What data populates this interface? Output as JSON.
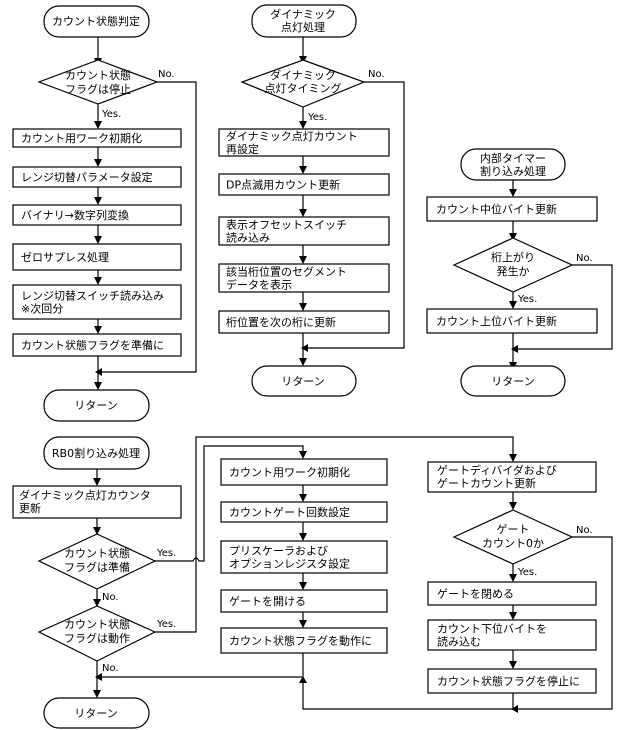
{
  "flow_count": {
    "start": "カウント状態判定",
    "decision": [
      "カウント状態",
      "フラグは停止"
    ],
    "yes": "Yes.",
    "no": "No.",
    "steps": [
      [
        "カウント用ワーク初期化"
      ],
      [
        "レンジ切替パラメータ設定"
      ],
      [
        "バイナリ→数字列変換"
      ],
      [
        "ゼロサプレス処理"
      ],
      [
        "レンジ切替スイッチ読み込み",
        "※次回分"
      ],
      [
        "カウント状態フラグを準備に"
      ]
    ],
    "end": "リターン"
  },
  "flow_dynamic": {
    "start": [
      "ダイナミック",
      "点灯処理"
    ],
    "decision": [
      "ダイナミック",
      "点灯タイミング"
    ],
    "yes": "Yes.",
    "no": "No.",
    "steps": [
      [
        "ダイナミック点灯カウント",
        "再設定"
      ],
      [
        "DP点滅用カウント更新"
      ],
      [
        "表示オフセットスイッチ",
        "読み込み"
      ],
      [
        "該当桁位置のセグメント",
        "データを表示"
      ],
      [
        "桁位置を次の桁に更新"
      ]
    ],
    "end": "リターン"
  },
  "flow_timer": {
    "start": [
      "内部タイマー",
      "割り込み処理"
    ],
    "step1": [
      "カウント中位バイト更新"
    ],
    "decision": [
      "桁上がり",
      "発生か"
    ],
    "yes": "Yes.",
    "no": "No.",
    "step2": [
      "カウント上位バイト更新"
    ],
    "end": "リターン"
  },
  "flow_rb0": {
    "start": "RB0割り込み処理",
    "step1": [
      "ダイナミック点灯カウンタ",
      "更新"
    ],
    "decision1": [
      "カウント状態",
      "フラグは準備"
    ],
    "decision2": [
      "カウント状態",
      "フラグは動作"
    ],
    "yes": "Yes.",
    "no": "No.",
    "end": "リターン",
    "ready_branch": [
      [
        "カウント用ワーク初期化"
      ],
      [
        "カウントゲート回数設定"
      ],
      [
        "プリスケーラおよび",
        "オプションレジスタ設定"
      ],
      [
        "ゲートを開ける"
      ],
      [
        "カウント状態フラグを動作に"
      ]
    ],
    "run_branch": {
      "step1": [
        "ゲートディバイダおよび",
        "ゲートカウント更新"
      ],
      "decision": [
        "ゲート",
        "カウント0か"
      ],
      "steps": [
        [
          "ゲートを閉める"
        ],
        [
          "カウント下位バイトを",
          "読み込む"
        ],
        [
          "カウント状態フラグを停止に"
        ]
      ]
    }
  }
}
